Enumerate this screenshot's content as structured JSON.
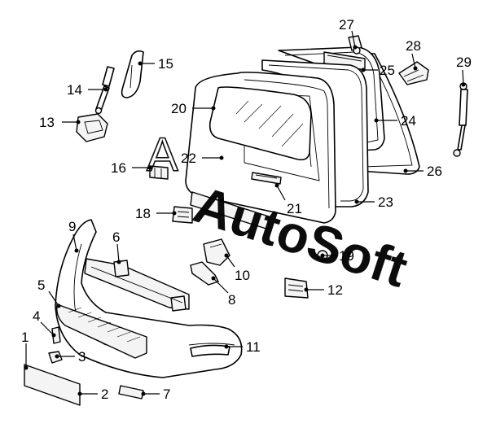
{
  "callouts": [
    {
      "id": "1",
      "label": "1"
    },
    {
      "id": "2",
      "label": "2"
    },
    {
      "id": "3",
      "label": "3"
    },
    {
      "id": "4",
      "label": "4"
    },
    {
      "id": "5",
      "label": "5"
    },
    {
      "id": "6",
      "label": "6"
    },
    {
      "id": "7",
      "label": "7"
    },
    {
      "id": "8",
      "label": "8"
    },
    {
      "id": "9",
      "label": "9"
    },
    {
      "id": "10",
      "label": "10"
    },
    {
      "id": "11",
      "label": "11"
    },
    {
      "id": "12",
      "label": "12"
    },
    {
      "id": "13",
      "label": "13"
    },
    {
      "id": "14",
      "label": "14"
    },
    {
      "id": "15",
      "label": "15"
    },
    {
      "id": "16",
      "label": "16"
    },
    {
      "id": "18",
      "label": "18"
    },
    {
      "id": "19",
      "label": "19"
    },
    {
      "id": "20",
      "label": "20"
    },
    {
      "id": "21",
      "label": "21"
    },
    {
      "id": "22",
      "label": "22"
    },
    {
      "id": "23",
      "label": "23"
    },
    {
      "id": "24",
      "label": "24"
    },
    {
      "id": "25",
      "label": "25"
    },
    {
      "id": "26",
      "label": "26"
    },
    {
      "id": "27",
      "label": "27"
    },
    {
      "id": "28",
      "label": "28"
    },
    {
      "id": "29",
      "label": "29"
    }
  ],
  "watermark": {
    "text": "AutoSoft"
  }
}
